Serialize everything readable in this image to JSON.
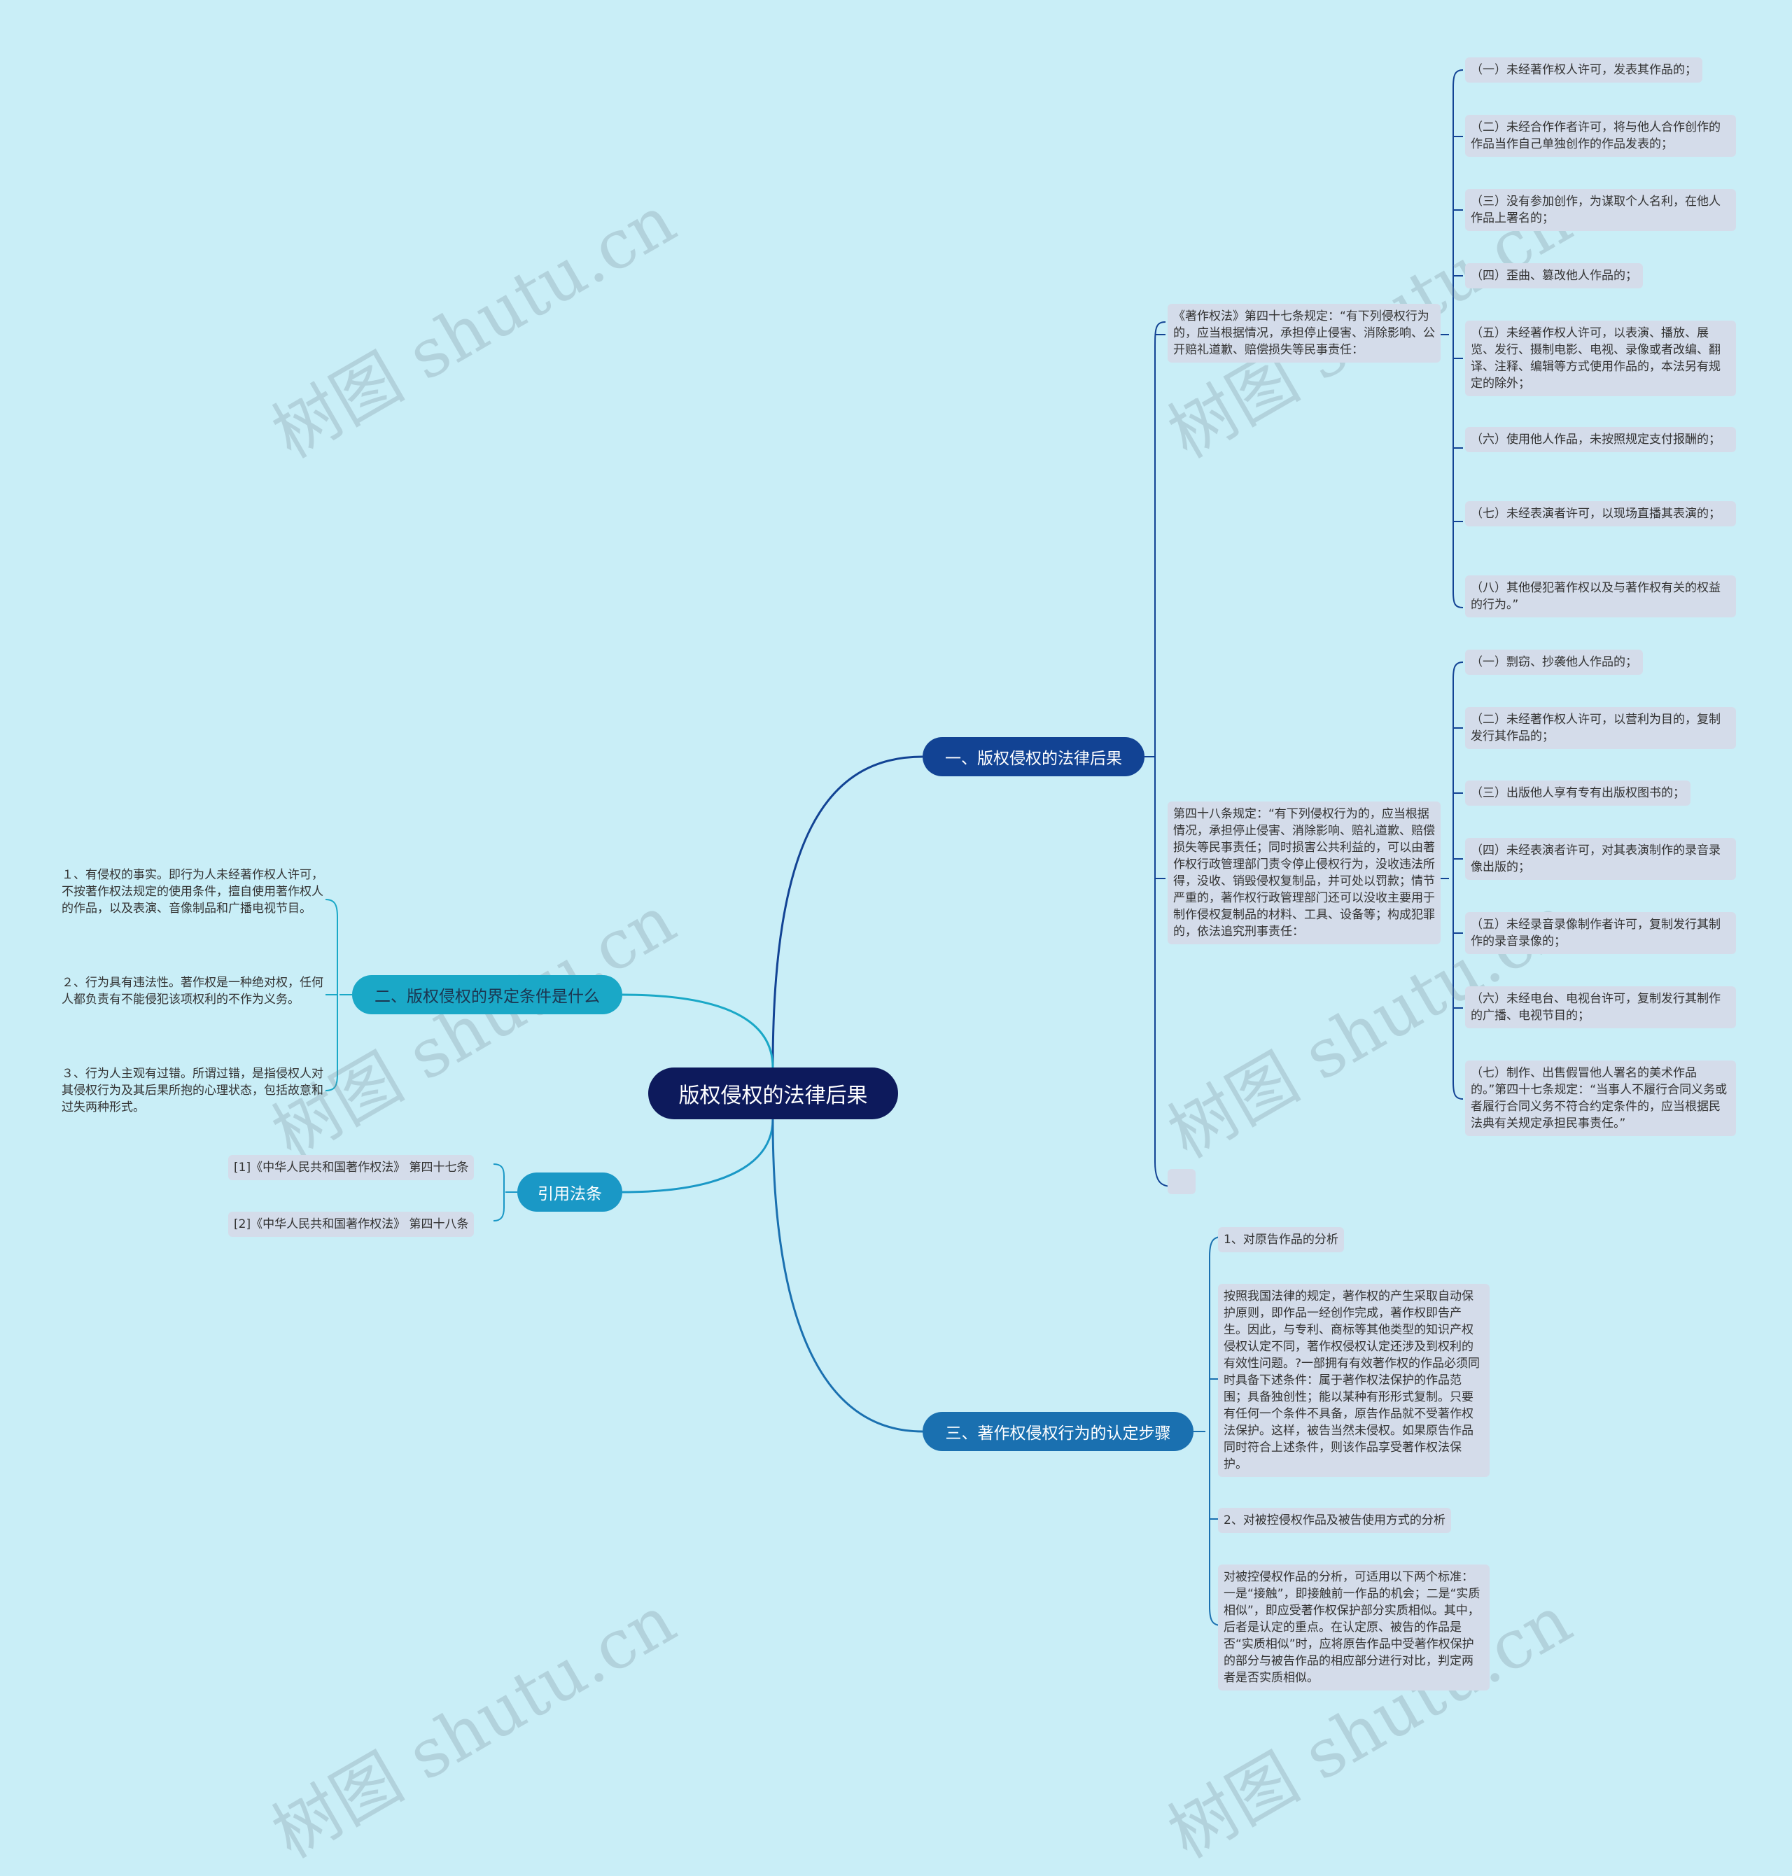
{
  "root": "版权侵权的法律后果",
  "watermark": "树图 shutu.cn",
  "colors": {
    "background": "#c9eef7",
    "root": "#0d1a5c",
    "branch1": "#124394",
    "branch2": "#1aa8c7",
    "branch3": "#1a98c6",
    "branch4": "#1a70b0",
    "leaf": "#d4dcea"
  },
  "branch1": {
    "label": "一、版权侵权的法律后果",
    "art47_intro": "《著作权法》第四十七条规定：“有下列侵权行为的，应当根据情况，承担停止侵害、消除影响、公开赔礼道歉、赔偿损失等民事责任：",
    "art47_items": [
      "（一）未经著作权人许可，发表其作品的；",
      "（二）未经合作作者许可，将与他人合作创作的作品当作自己单独创作的作品发表的；",
      "（三）没有参加创作，为谋取个人名利，在他人作品上署名的；",
      "（四）歪曲、篡改他人作品的；",
      "（五）未经著作权人许可，以表演、播放、展览、发行、摄制电影、电视、录像或者改编、翻译、注释、编辑等方式使用作品的，本法另有规定的除外；",
      "（六）使用他人作品，未按照规定支付报酬的；",
      "（七）未经表演者许可，以现场直播其表演的；",
      "（八）其他侵犯著作权以及与著作权有关的权益的行为。”"
    ],
    "art48_intro": "第四十八条规定：“有下列侵权行为的，应当根据情况，承担停止侵害、消除影响、赔礼道歉、赔偿损失等民事责任；同时损害公共利益的，可以由著作权行政管理部门责令停止侵权行为，没收违法所得，没收、销毁侵权复制品，并可处以罚款；情节严重的，著作权行政管理部门还可以没收主要用于制作侵权复制品的材料、工具、设备等；构成犯罪的，依法追究刑事责任：",
    "art48_items": [
      "（一）剽窃、抄袭他人作品的；",
      "（二）未经著作权人许可，以营利为目的，复制发行其作品的；",
      "（三）出版他人享有专有出版权图书的；",
      "（四）未经表演者许可，对其表演制作的录音录像出版的；",
      "（五）未经录音录像制作者许可，复制发行其制作的录音录像的；",
      "（六）未经电台、电视台许可，复制发行其制作的广播、电视节目的；",
      "（七）制作、出售假冒他人署名的美术作品的。”第四十七条规定：“当事人不履行合同义务或者履行合同义务不符合约定条件的，应当根据民法典有关规定承担民事责任。”"
    ]
  },
  "branch2": {
    "label": "二、版权侵权的界定条件是什么",
    "items": [
      "１、有侵权的事实。即行为人未经著作权人许可，不按著作权法规定的使用条件，擅自使用著作权人的作品，以及表演、音像制品和广播电视节目。",
      "２、行为具有违法性。著作权是一种绝对权，任何人都负责有不能侵犯该项权利的不作为义务。",
      "３、行为人主观有过错。所谓过错，是指侵权人对其侵权行为及其后果所抱的心理状态，包括故意和过失两种形式。"
    ]
  },
  "branch3": {
    "label": "引用法条",
    "items": [
      "[1]《中华人民共和国著作权法》 第四十七条",
      "[2]《中华人民共和国著作权法》 第四十八条"
    ]
  },
  "branch4": {
    "label": "三、著作权侵权行为的认定步骤",
    "items": [
      "1、对原告作品的分析",
      "按照我国法律的规定，著作权的产生采取自动保护原则，即作品一经创作完成，著作权即告产生。因此，与专利、商标等其他类型的知识产权侵权认定不同，著作权侵权认定还涉及到权利的有效性问题。?一部拥有有效著作权的作品必须同时具备下述条件：属于著作权法保护的作品范围；具备独创性；能以某种有形形式复制。只要有任何一个条件不具备，原告作品就不受著作权法保护。这样，被告当然未侵权。如果原告作品同时符合上述条件，则该作品享受著作权法保护。",
      "2、对被控侵权作品及被告使用方式的分析",
      "对被控侵权作品的分析，可适用以下两个标准：一是“接触”，即接触前一作品的机会；二是“实质相似”，即应受著作权保护部分实质相似。其中，后者是认定的重点。在认定原、被告的作品是否“实质相似”时，应将原告作品中受著作权保护的部分与被告作品的相应部分进行对比，判定两者是否实质相似。"
    ]
  }
}
